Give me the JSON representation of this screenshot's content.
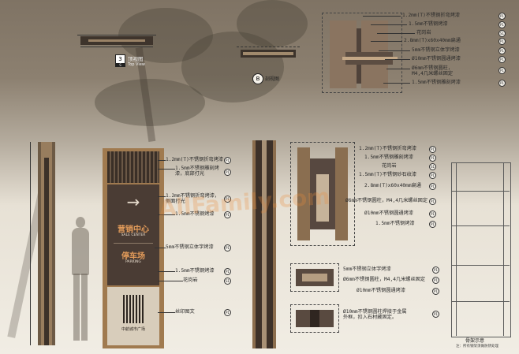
{
  "top_view": {
    "number": "3",
    "title": "顶视图",
    "subtitle": "Top View",
    "code": "S"
  },
  "section_b": {
    "letter": "B",
    "title": "剖视图"
  },
  "top_detail_notes": [
    "1.2mm(T)不锈钢折弯烤漆",
    "1.5mm不锈钢烤漆",
    "花岗岩",
    "2.8mm(T)x60x40mm扁通",
    "5mm不锈钢立体字烤漆",
    "Ø10mm不锈钢圆通烤漆",
    "Ø6mm不锈钢圆柱，\nM4,4几米螺丝固定",
    "1.5mm不锈钢雕刻烤漆"
  ],
  "sign": {
    "arrow": "→",
    "title_cn": "营销中心",
    "title_en": "SALE CENTER",
    "parking_cn": "停车场",
    "parking_en": "PARKING",
    "logo": "中航城市广场"
  },
  "front_notes": [
    "1.2mm(T)不锈钢折弯烤漆",
    "1.5mm不锈钢雕刻烤\n漆，底部打光",
    "1.2mm不锈钢折弯烤漆，\n侧面打光",
    "1.5mm不锈钢烤漆",
    "5mm不锈钢立体字烤漆",
    "1.5mm不锈钢烤漆",
    "花岗岩"
  ],
  "front_bottom_note": "丝印图文",
  "section_notes": [
    "1.2mm(T)不锈钢折弯烤漆",
    "1.5mm不锈钢雕刻烤漆",
    "花岗岩",
    "1.5mm(T)不锈钢砂石纹漆",
    "2.8mm(T)x60x40mm扁通",
    "Ø6mm不锈钢圆柱，M4,4几米螺丝固定",
    "Ø10mm不锈钢圆通烤漆",
    "1.5mm不锈钢烤漆",
    "5mm不锈钢立体字烤漆",
    "Ø6mm不锈钢圆柱，M4,4几米螺丝固定",
    "Ø10mm不锈钢圆通烤漆",
    "Ø10mm不锈钢圆柱焊接于金属\n外框，扣入石材藏固定。"
  ],
  "frame": {
    "title": "骨架示意",
    "note": "注：所有钢架须做防锈处理"
  },
  "watermark": "AllFamily.com",
  "colors": {
    "bronze": "#7a5c3a",
    "panel": "#4a3c34",
    "frame": "#a07a4f"
  }
}
